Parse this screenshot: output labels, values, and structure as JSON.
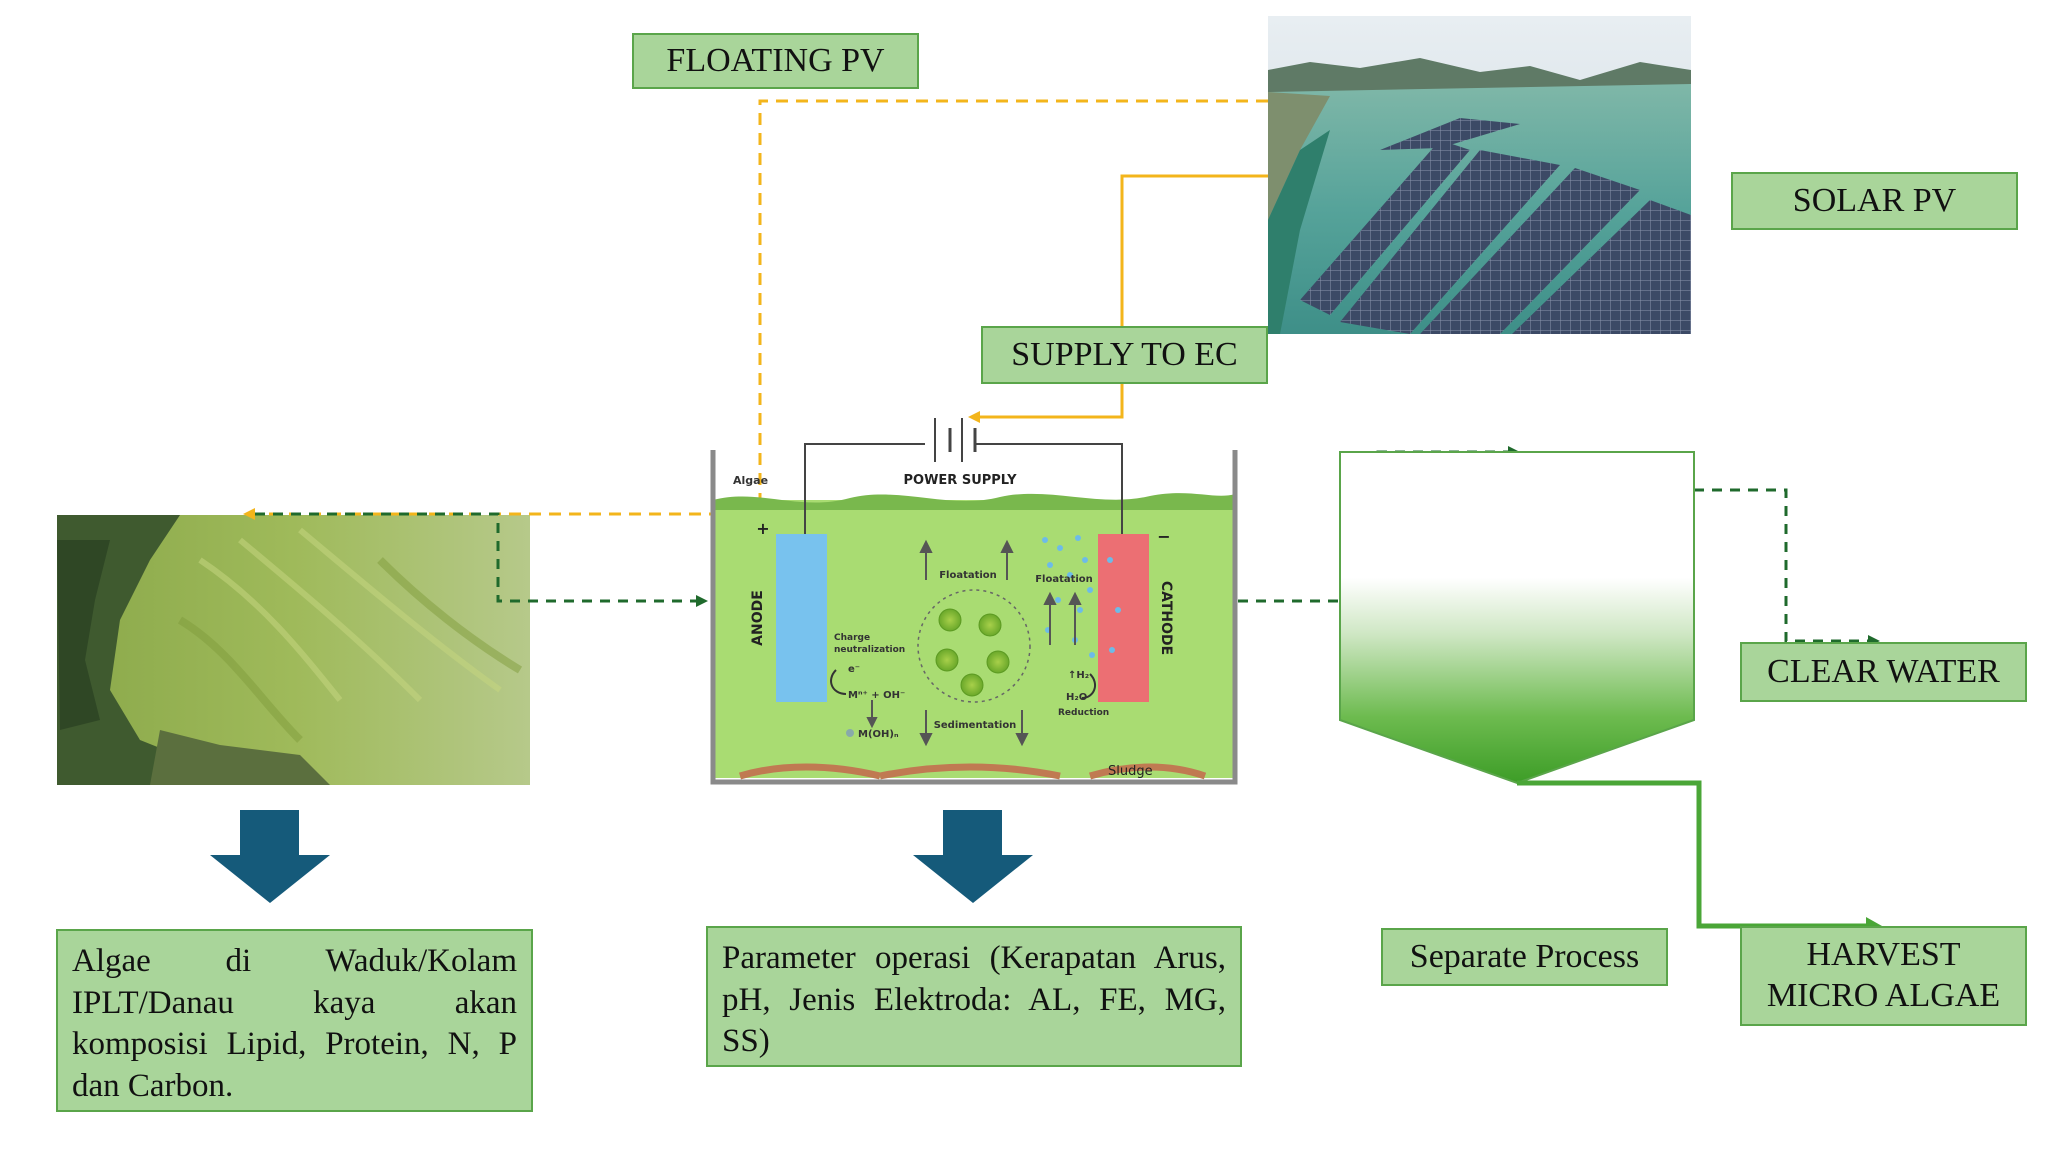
{
  "labels": {
    "floating_pv": "FLOATING PV",
    "solar_pv": "SOLAR PV",
    "supply_to_ec": "SUPPLY TO EC",
    "clear_water": "CLEAR WATER",
    "separate_process": "Separate Process",
    "harvest_line1": "HARVEST",
    "harvest_line2": "MICRO ALGAE"
  },
  "descriptions": {
    "algae_source": "Algae di Waduk/Kolam IPLT/Danau kaya akan komposisi Lipid, Protein, N, P dan Carbon.",
    "operating_parameters": "Parameter operasi (Kerapatan Arus, pH, Jenis Elektroda: AL, FE, MG, SS)"
  },
  "ec_cell": {
    "power_supply": "POWER SUPPLY",
    "algae": "Algae",
    "anode": "ANODE",
    "cathode": "CATHODE",
    "plus": "+",
    "minus": "−",
    "floatation_center": "Floatation",
    "floatation_right": "Floatation",
    "charge": "Charge",
    "neutralization": "neutralization",
    "electron": "e⁻",
    "metal_ion": "Mⁿ⁺ + OH⁻",
    "hydroxide": "M(OH)ₙ",
    "sedimentation": "Sedimentation",
    "hydrogen": "↑H₂",
    "water": "H₂O",
    "reduction": "Reduction",
    "sludge": "Sludge"
  },
  "colors": {
    "label_fill": "#a9d59a",
    "label_border": "#5aa54a",
    "power_line": "#f3b51b",
    "flow_line": "#1f6a2c",
    "harvest_line": "#4aa637",
    "arrow_blue": "#155a7a",
    "anode": "#78c2ee",
    "cathode": "#ec6f73",
    "cell_liquid": "#a9dc72"
  },
  "icons": {
    "down_arrows": "down-arrow-icon",
    "battery": "battery-icon"
  }
}
